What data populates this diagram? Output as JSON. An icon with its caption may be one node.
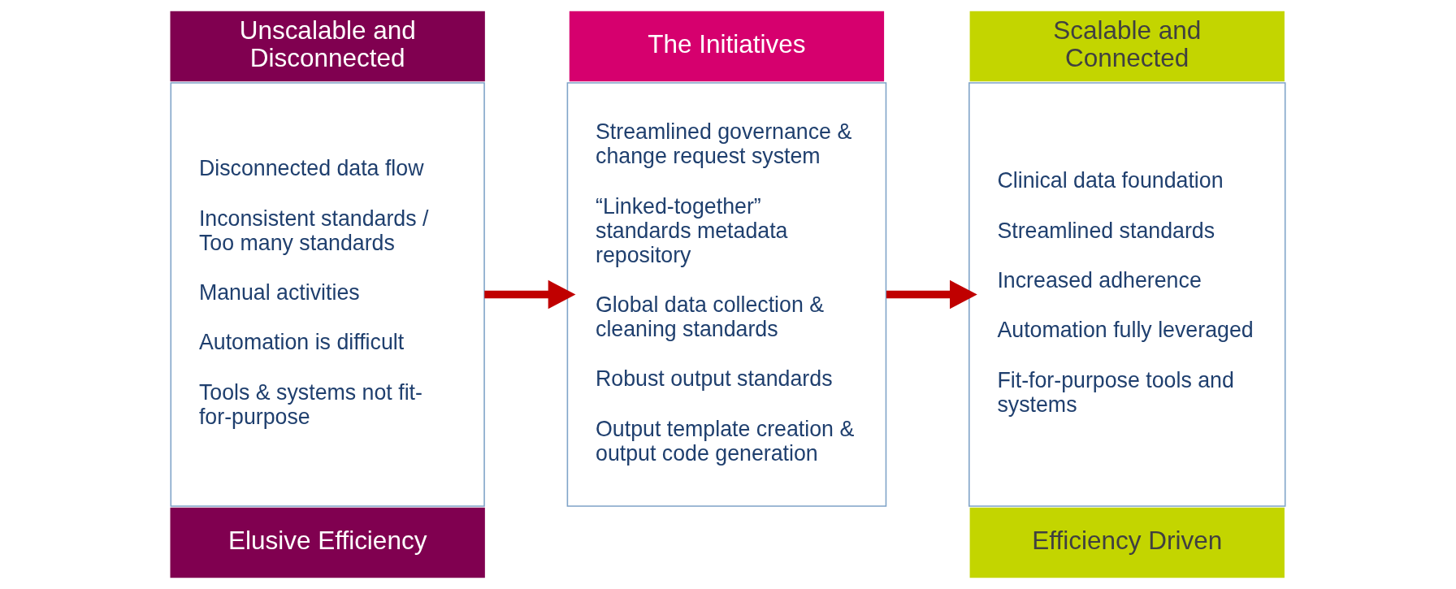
{
  "diagram": {
    "nodes": [
      {
        "text": [
          "Unscalable and Disconnected"
        ]
      },
      {
        "text": [
          "Disconnected data flow",
          "Inconsistent standards / Too many standards",
          "Manual activities",
          "Automation is difficult",
          "Tools & systems not fit-for-purpose"
        ]
      },
      {
        "text": [
          "Elusive Efficiency"
        ]
      },
      {
        "text": [
          "The Initiatives"
        ]
      },
      {
        "text": [
          "Streamlined governance & change request system",
          "“Linked-together” standards metadata repository",
          "Global data collection & cleaning standards",
          "Robust output standards",
          "Output template creation & output code generation"
        ]
      },
      {
        "text": [
          "Scalable and Connected"
        ]
      },
      {
        "text": [
          "Clinical data foundation",
          "Streamlined standards",
          "Increased adherence",
          "Automation fully leveraged",
          "Fit-for-purpose tools and systems"
        ]
      },
      {
        "text": [
          "Efficiency Driven"
        ]
      }
    ],
    "edges": [
      {
        "from": 1,
        "to": 4,
        "arrow": "to"
      },
      {
        "from": 4,
        "to": 6,
        "arrow": "to"
      }
    ]
  }
}
